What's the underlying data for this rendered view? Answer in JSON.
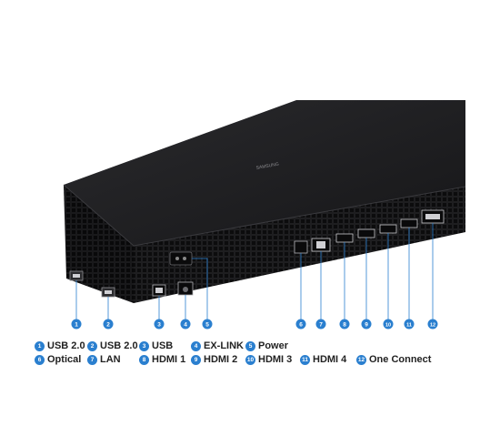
{
  "brand": "SAMSUNG",
  "colors": {
    "accent": "#2a7fcf",
    "device": "#1c1c1e",
    "leader": "#2a7fcf"
  },
  "callouts": [
    "1",
    "2",
    "3",
    "4",
    "5",
    "6",
    "7",
    "8",
    "9",
    "10",
    "11",
    "12"
  ],
  "legend": [
    {
      "num": "1",
      "label": "USB 2.0"
    },
    {
      "num": "2",
      "label": "USB 2.0"
    },
    {
      "num": "3",
      "label": "USB"
    },
    {
      "num": "4",
      "label": "EX-LINK"
    },
    {
      "num": "5",
      "label": "Power"
    },
    {
      "num": "6",
      "label": "Optical"
    },
    {
      "num": "7",
      "label": "LAN"
    },
    {
      "num": "8",
      "label": "HDMI 1"
    },
    {
      "num": "9",
      "label": "HDMI 2"
    },
    {
      "num": "10",
      "label": "HDMI 3"
    },
    {
      "num": "11",
      "label": "HDMI 4"
    },
    {
      "num": "12",
      "label": "One Connect"
    }
  ]
}
